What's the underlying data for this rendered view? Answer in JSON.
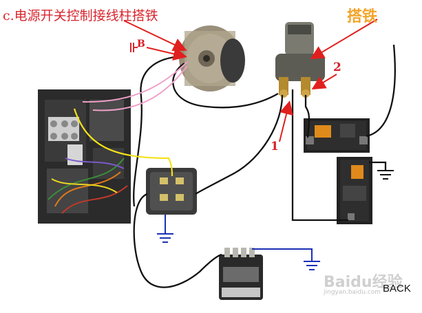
{
  "title": "c.电源开关控制接线柱搭铁",
  "ground_label": "搭铁",
  "terminal_b_label": "B",
  "callout_1": "1",
  "callout_2": "2",
  "back_label": "BACK",
  "watermark": {
    "brand": "Baidu经验",
    "url": "jingyan.baidu.com"
  },
  "colors": {
    "title": "#d8262e",
    "ground_label": "#f2a52a",
    "arrow": "#e0201e",
    "ground_symbol": "#1a2fb8",
    "wire_black": "#111111",
    "wire_pink": "#f0a0c8",
    "wire_yellow": "#f4e21a"
  },
  "components": [
    "alternator",
    "starter-solenoid",
    "fuse-relay-panel",
    "relay",
    "battery-upper",
    "battery-lower",
    "power-switch"
  ]
}
